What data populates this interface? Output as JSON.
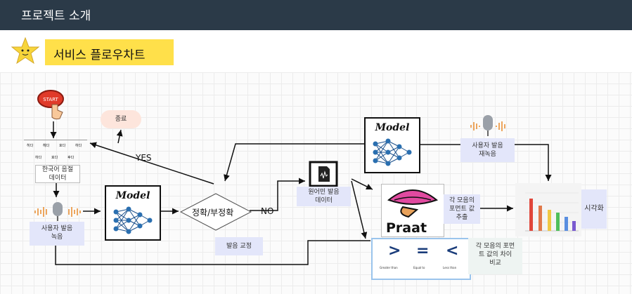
{
  "header": {
    "title": "프로젝트 소개"
  },
  "section": {
    "title": "서비스 플로우차트"
  },
  "flow": {
    "end_label": "종료",
    "hangul_items": [
      "히다",
      "헤다",
      "호다",
      "하다",
      "하다",
      "호다",
      "후다"
    ],
    "korean_syllable_data": "한국어 음절\n데이터",
    "user_record": "사용자 발음\n녹음",
    "model_label_1": "Model",
    "model_label_2": "Model",
    "decision": "정확/부정확",
    "yes": "YES",
    "no": "NO",
    "pron_correction": "발음 교정",
    "native_data": "원어민 발음\n데이터",
    "rerecord": "사용자 발음\n재녹음",
    "formant_extract": "각 모음의\n포먼트 값\n추출",
    "formant_compare": "각 모음의 포먼\n트 값의 차이\n비교",
    "visualize": "시각화",
    "praat": "Praat",
    "start": "START",
    "cmp_symbols": [
      ">",
      "=",
      "<"
    ],
    "cmp_labels": [
      "Greater than",
      "Equal to",
      "Less than"
    ]
  },
  "colors": {
    "topbar": "#2b3a48",
    "banner": "#ffe04a",
    "box": "#e3e6fa",
    "end": "#fde5dc",
    "bars": [
      "#e0463a",
      "#e0794a",
      "#f0c844",
      "#4fbf5a",
      "#5a8ee0",
      "#7a5ad0"
    ]
  }
}
